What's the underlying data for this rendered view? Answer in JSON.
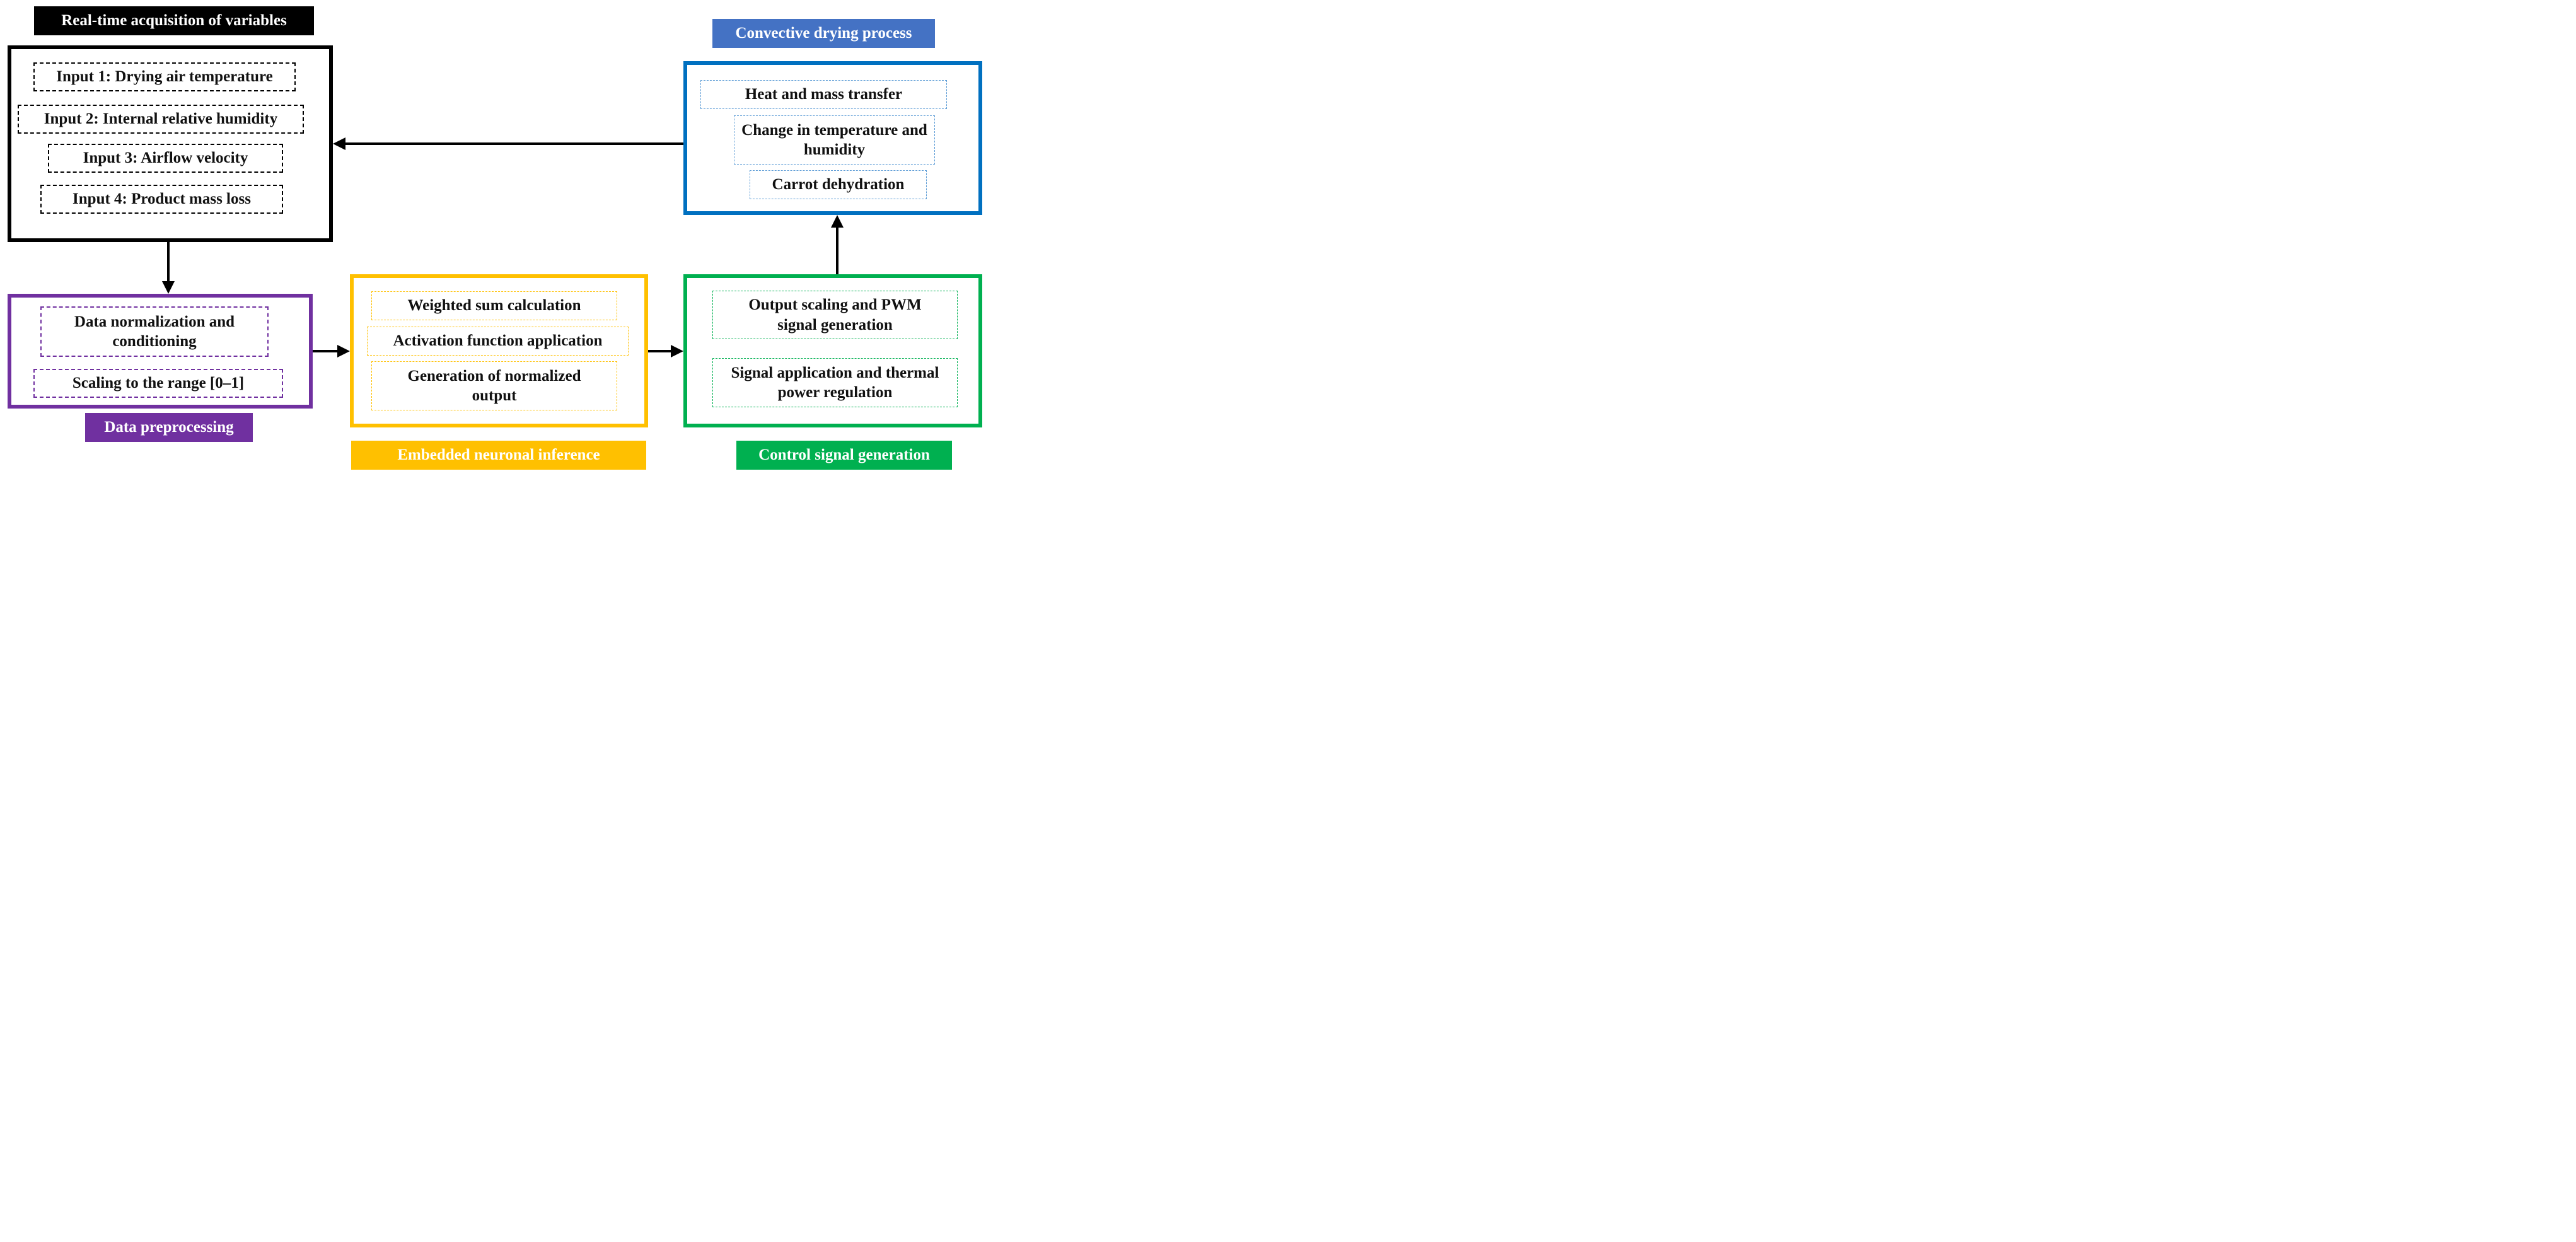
{
  "acquisition": {
    "title": "Real-time acquisition of variables",
    "inputs": [
      "Input 1: Drying air temperature",
      "Input 2: Internal relative humidity",
      "Input 3: Airflow velocity",
      "Input 4: Product mass loss"
    ],
    "color": "#000000"
  },
  "preprocessing": {
    "title": "Data preprocessing",
    "steps": [
      "Data normalization and conditioning",
      "Scaling to the range [0–1]"
    ],
    "color": "#7030A0"
  },
  "inference": {
    "title": "Embedded neuronal inference",
    "steps": [
      "Weighted sum calculation",
      "Activation function application",
      "Generation of normalized output"
    ],
    "color": "#FFC000"
  },
  "control": {
    "title": "Control signal generation",
    "steps": [
      "Output scaling and PWM signal generation",
      "Signal application and thermal power regulation"
    ],
    "color": "#00B050"
  },
  "drying": {
    "title": "Convective drying process",
    "steps": [
      "Heat and mass transfer",
      "Change in temperature and humidity",
      "Carrot dehydration"
    ],
    "color": "#0070C0"
  }
}
